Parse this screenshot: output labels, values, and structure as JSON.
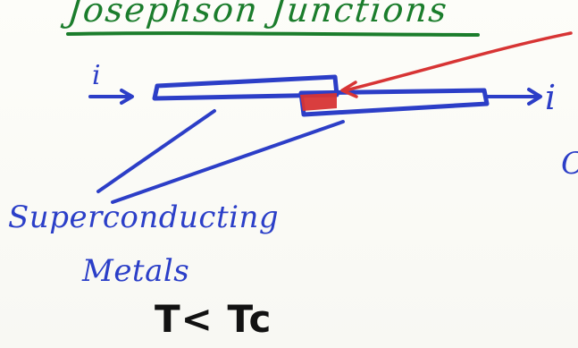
{
  "diagram": {
    "title": "Josephson Junctions",
    "current_left_label": "i",
    "current_right_label": "i",
    "partial_right_label": "C",
    "material_label_line1": "Superconducting",
    "material_label_line2": "Metals",
    "condition_label": "T< Tc",
    "colors": {
      "title_green": "#1b7d2c",
      "blue_ink": "#2c3ec7",
      "red_ink": "#d73434",
      "black_ink": "#121212"
    }
  }
}
